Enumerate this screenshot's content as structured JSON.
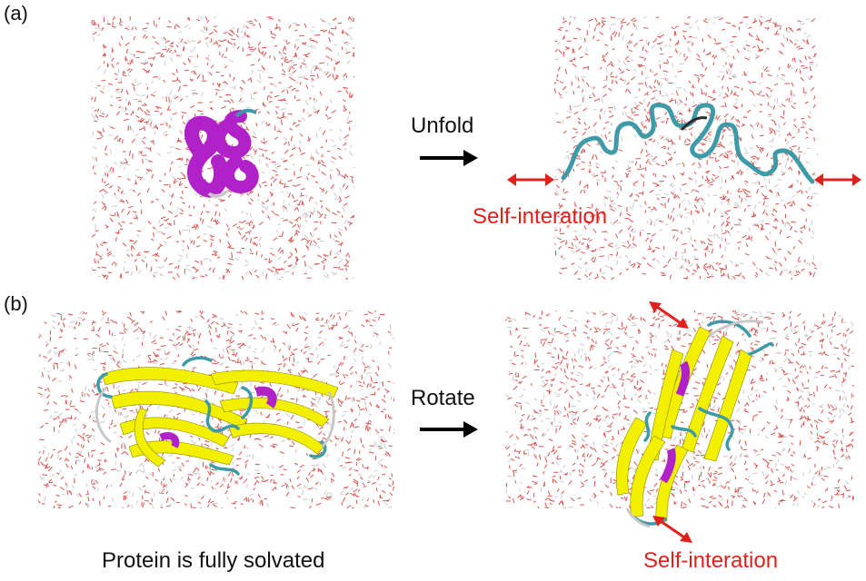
{
  "panel_a": {
    "letter": "(a)",
    "action_label": "Unfold",
    "annotation": "Self-interation"
  },
  "panel_b": {
    "letter": "(b)",
    "action_label": "Rotate",
    "annotation": "Self-interation",
    "caption": "Protein is fully solvated"
  },
  "colors": {
    "water": "#d9534f",
    "helix": "#b022c8",
    "coil": "#3f9aa8",
    "sheet": "#f2f000",
    "annotation": "#e0201b",
    "arrow": "#000000"
  }
}
